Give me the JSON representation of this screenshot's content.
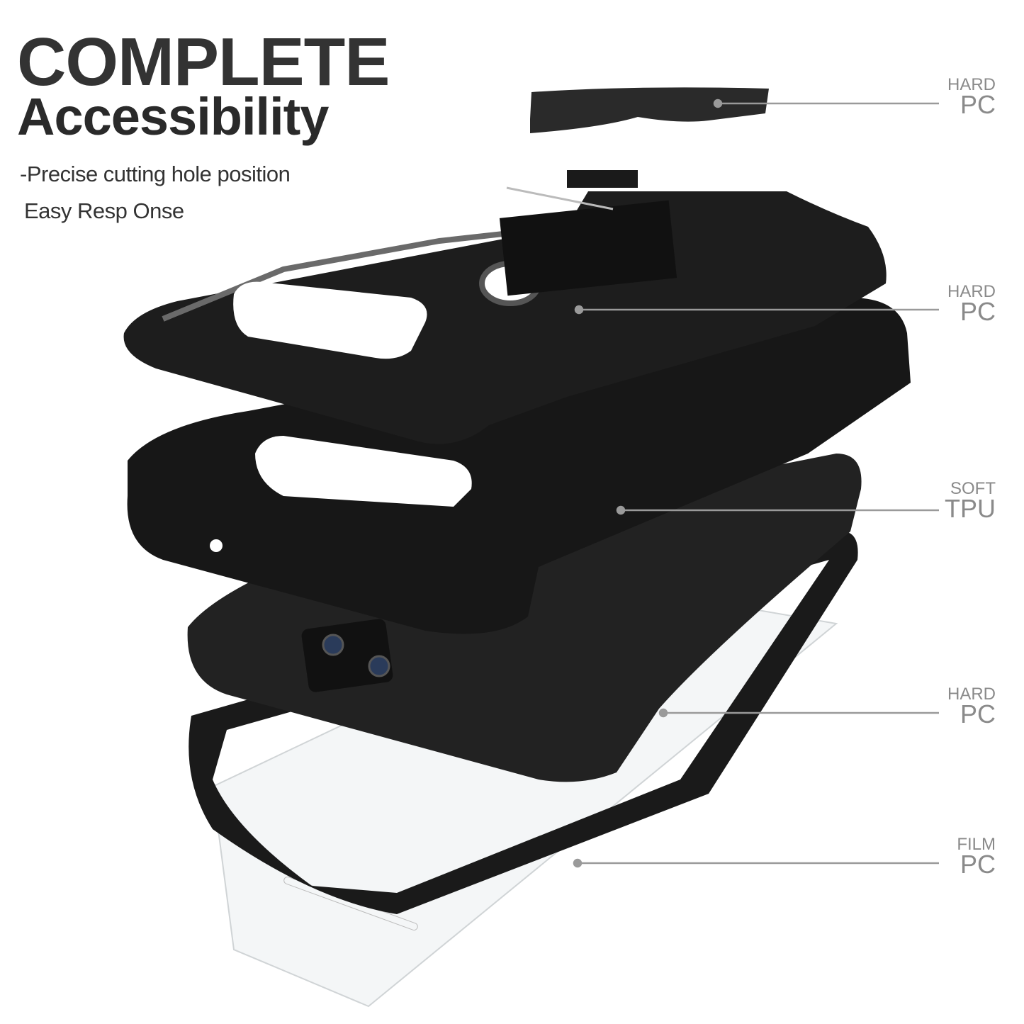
{
  "headline": {
    "line1": "COMPLETE",
    "line2": "Accessibility"
  },
  "bullets": [
    "-Precise cutting hole position",
    "Easy Resp Onse"
  ],
  "layers": [
    {
      "top": "HARD",
      "bottom": "PC"
    },
    {
      "top": "HARD",
      "bottom": "PC"
    },
    {
      "top": "SOFT",
      "bottom": "TPU"
    },
    {
      "top": "HARD",
      "bottom": "PC"
    },
    {
      "top": "FILM",
      "bottom": "PC"
    }
  ],
  "colors": {
    "case": "#1c1c1c",
    "label": "#8a8a8a",
    "heading": "#2a2a2a"
  }
}
